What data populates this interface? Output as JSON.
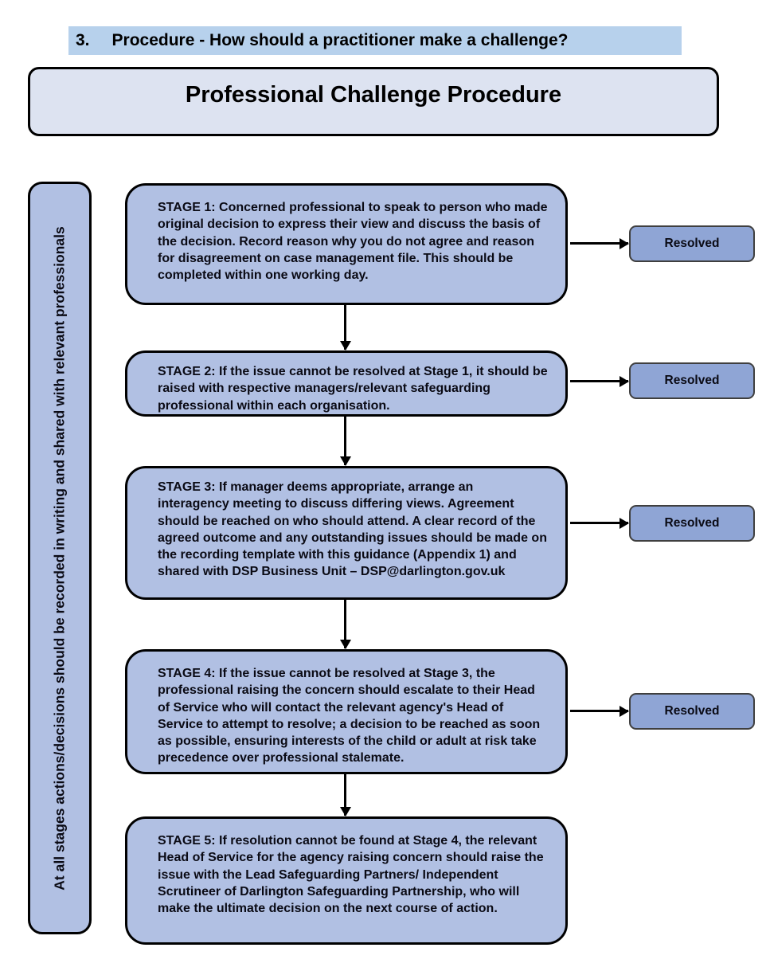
{
  "heading": {
    "number": "3.",
    "text": "Procedure - How should a practitioner make a challenge?"
  },
  "title": "Professional Challenge Procedure",
  "sidebar_note": "At all stages actions/decisions should be recorded in writing and shared with relevant professionals",
  "resolved_label": "Resolved",
  "stages": [
    {
      "name": "STAGE 1",
      "text": "STAGE 1: Concerned professional to speak to person who made original decision to express their view and discuss the basis of the decision.  Record reason why you do not agree and reason for disagreement on case management file. This should be completed within one working day.",
      "has_resolved": true
    },
    {
      "name": "STAGE 2",
      "text": "STAGE 2: If the issue cannot be resolved at Stage 1, it should be raised with respective managers/relevant safeguarding professional within each organisation.",
      "has_resolved": true
    },
    {
      "name": "STAGE 3",
      "text": "STAGE 3: If manager deems appropriate, arrange an interagency meeting to discuss differing views. Agreement should be reached on who should attend. A clear record of the agreed outcome and any outstanding issues should be made on the recording template with this guidance (Appendix 1) and shared with DSP Business Unit – DSP@darlington.gov.uk",
      "has_resolved": true
    },
    {
      "name": "STAGE 4",
      "text": "STAGE 4: If the issue cannot be resolved at Stage 3, the professional raising the concern should escalate to their Head of Service who will contact the relevant agency's Head of Service to attempt to resolve; a decision to be reached as soon as possible, ensuring interests of the child or adult at risk take precedence over professional stalemate.",
      "has_resolved": true
    },
    {
      "name": "STAGE 5",
      "text": "STAGE 5: If resolution cannot be found at Stage 4, the relevant Head of Service for the agency raising concern should raise the issue with the Lead Safeguarding Partners/ Independent Scrutineer of Darlington Safeguarding Partnership, who will make the ultimate decision on the next course of action.",
      "has_resolved": false
    }
  ],
  "colors": {
    "heading_highlight": "#b7d1ec",
    "title_fill": "#dde3f1",
    "box_fill": "#b1c0e3",
    "resolved_fill": "#8fa5d5",
    "border": "#000000",
    "resolved_border": "#3f3f3f"
  }
}
